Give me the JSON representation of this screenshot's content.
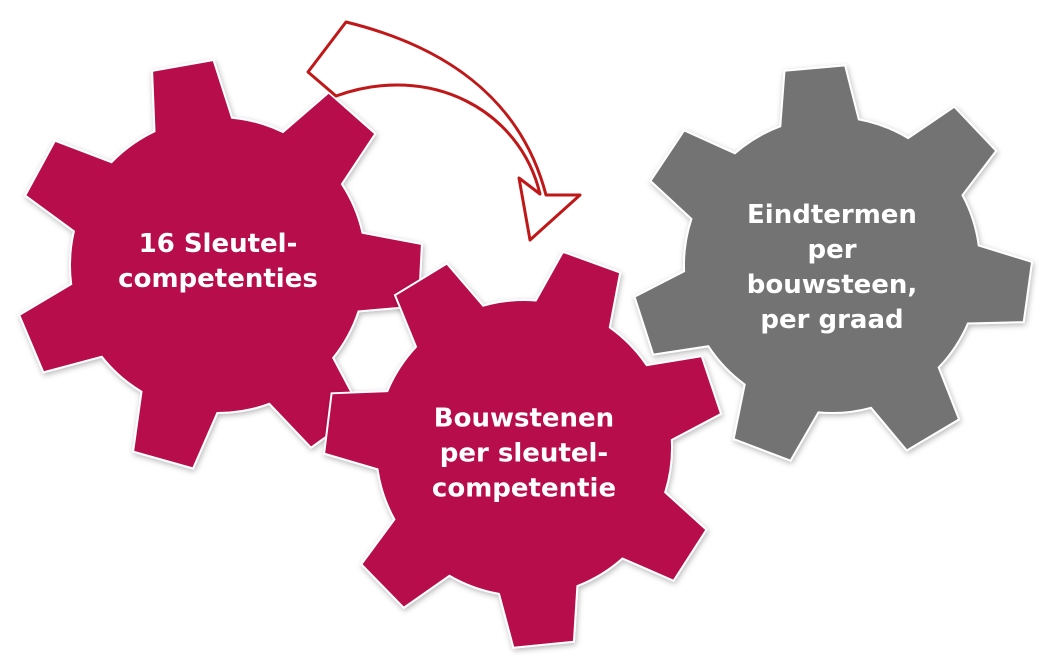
{
  "colors": {
    "crimson": "#b80d4c",
    "grey": "#737373",
    "arrow_outline": "#c01818",
    "arrow_fill": "#ffffff"
  },
  "gears": [
    {
      "id": "sleutelcompetenties",
      "color": "crimson",
      "lines": [
        "16 Sleutel-",
        "competenties"
      ]
    },
    {
      "id": "bouwstenen",
      "color": "crimson",
      "lines": [
        "Bouwstenen",
        "per sleutel-",
        "competentie"
      ]
    },
    {
      "id": "eindtermen",
      "color": "grey",
      "lines": [
        "Eindtermen",
        "per",
        "bouwsteen,",
        "per graad"
      ]
    }
  ],
  "connector": {
    "shape": "curved-arrow",
    "from": "sleutelcompetenties",
    "to": "bouwstenen"
  }
}
